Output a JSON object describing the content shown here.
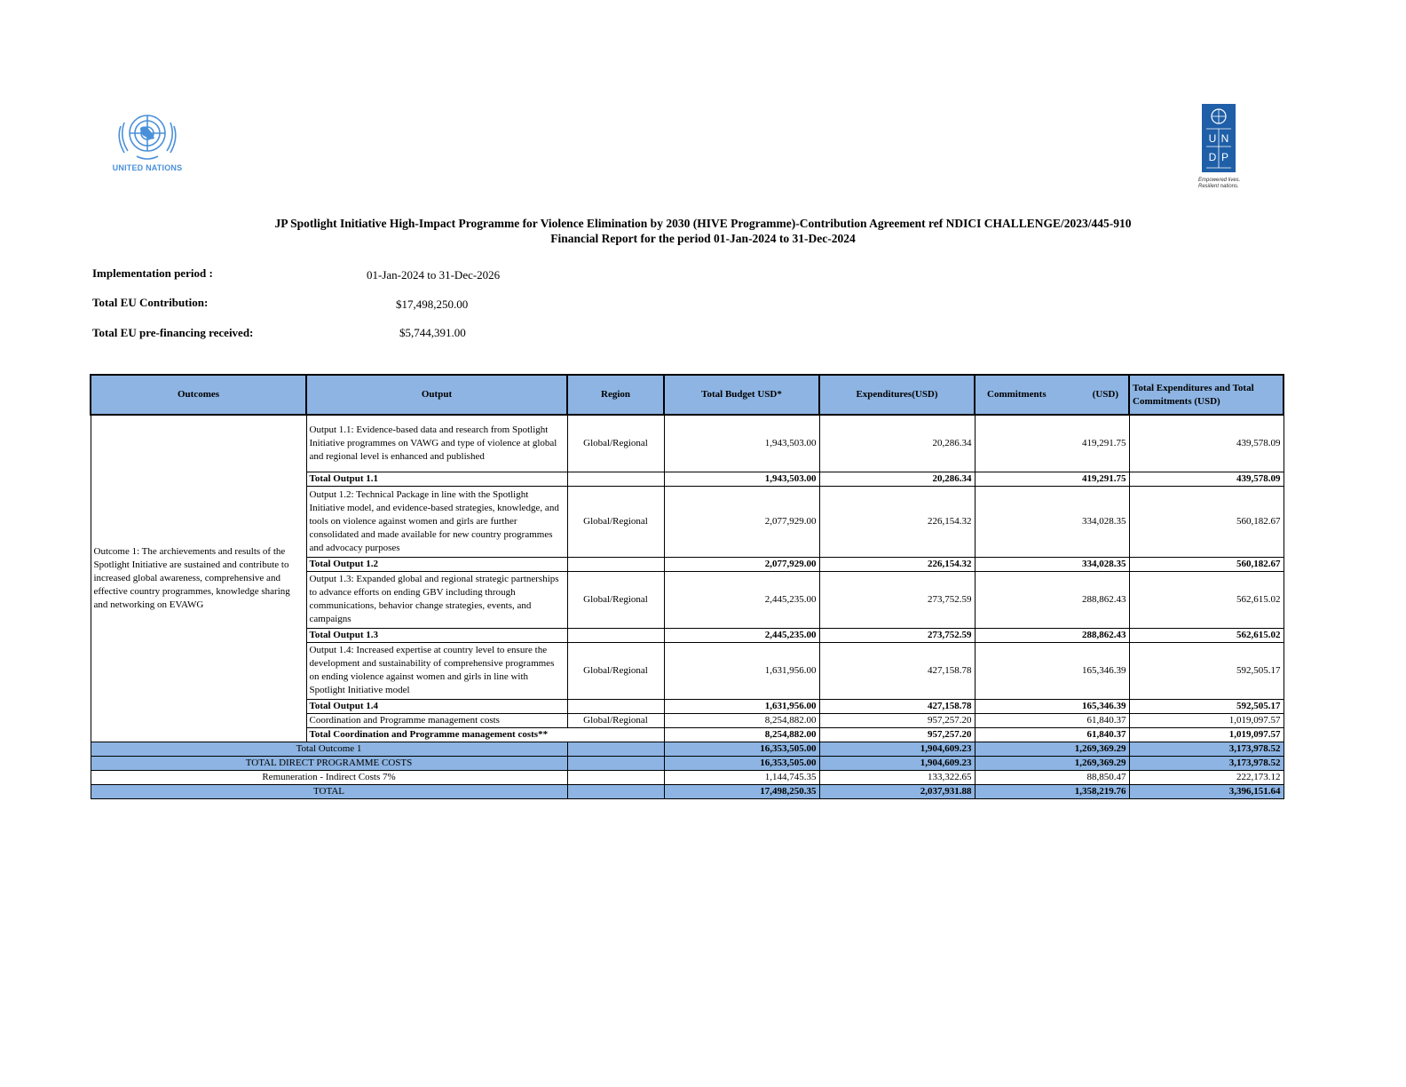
{
  "logos": {
    "un_text": "UNITED NATIONS",
    "undp_letters": [
      "U",
      "N",
      "D",
      "P"
    ],
    "undp_tagline_1": "Empowered lives.",
    "undp_tagline_2": "Resilient nations."
  },
  "title": {
    "line1": "JP Spotlight Initiative High-Impact Programme for Violence Elimination by 2030 (HIVE Programme)-Contribution Agreement ref  NDICI CHALLENGE/2023/445-910",
    "line2": "Financial Report for the period 01-Jan-2024 to 31-Dec-2024"
  },
  "info": {
    "impl_label": "Implementation period :",
    "impl_value": "01-Jan-2024 to 31-Dec-2026",
    "contrib_label": "Total EU Contribution:",
    "contrib_value": "$17,498,250.00",
    "prefin_label": "Total EU pre-financing received:",
    "prefin_value": "$5,744,391.00"
  },
  "table": {
    "headers": {
      "outcomes": "Outcomes",
      "output": "Output",
      "region": "Region",
      "budget": "Total  Budget USD*",
      "expenditures": "Expenditures(USD)",
      "commitments": "Commitments",
      "commitments_usd": "(USD)",
      "total_exp_comm": "Total Expenditures and Total Commitments (USD)"
    },
    "outcome1": "Outcome 1: The archievements and results of the Spotlight Initiative are sustained and contribute to increased global awareness, comprehensive and effective country programmes, knowledge sharing and networking on EVAWG",
    "rows": [
      {
        "output": "Output 1.1: Evidence-based data and research from Spotlight Initiative programmes on VAWG and type of violence at global and regional level is enhanced and published",
        "region": "Global/Regional",
        "budget": "1,943,503.00",
        "exp": "20,286.34",
        "comm": "419,291.75",
        "total": "439,578.09"
      },
      {
        "output": "Total Output 1.1",
        "region": "",
        "budget": "1,943,503.00",
        "exp": "20,286.34",
        "comm": "419,291.75",
        "total": "439,578.09"
      },
      {
        "output": "Output 1.2: Technical Package in line with the Spotlight Initiative model, and evidence-based strategies, knowledge, and tools on violence against women and girls are further consolidated and made available for new country programmes and advocacy purposes",
        "region": "Global/Regional",
        "budget": "2,077,929.00",
        "exp": "226,154.32",
        "comm": "334,028.35",
        "total": "560,182.67"
      },
      {
        "output": "Total Output 1.2",
        "region": "",
        "budget": "2,077,929.00",
        "exp": "226,154.32",
        "comm": "334,028.35",
        "total": "560,182.67"
      },
      {
        "output": "Output 1.3: Expanded global and regional strategic partnerships to advance efforts on ending GBV including through communications, behavior change strategies, events, and campaigns",
        "region": "Global/Regional",
        "budget": "2,445,235.00",
        "exp": "273,752.59",
        "comm": "288,862.43",
        "total": "562,615.02"
      },
      {
        "output": "Total Output 1.3",
        "region": "",
        "budget": "2,445,235.00",
        "exp": "273,752.59",
        "comm": "288,862.43",
        "total": "562,615.02"
      },
      {
        "output": "Output 1.4: Increased expertise at country level to ensure the development and sustainability of comprehensive programmes on ending violence against women and girls in line with Spotlight Initiative model",
        "region": "Global/Regional",
        "budget": "1,631,956.00",
        "exp": "427,158.78",
        "comm": "165,346.39",
        "total": "592,505.17"
      },
      {
        "output": "Total Output 1.4",
        "region": "",
        "budget": "1,631,956.00",
        "exp": "427,158.78",
        "comm": "165,346.39",
        "total": "592,505.17"
      },
      {
        "output": "Coordination and Programme management costs",
        "region": "Global/Regional",
        "budget": "8,254,882.00",
        "exp": "957,257.20",
        "comm": "61,840.37",
        "total": "1,019,097.57"
      },
      {
        "output": "Total Coordination and Programme management costs**",
        "region": "",
        "budget": "8,254,882.00",
        "exp": "957,257.20",
        "comm": "61,840.37",
        "total": "1,019,097.57"
      }
    ],
    "summary": [
      {
        "label": "Total Outcome 1",
        "budget": "16,353,505.00",
        "exp": "1,904,609.23",
        "comm": "1,269,369.29",
        "total": "3,173,978.52"
      },
      {
        "label": "TOTAL DIRECT PROGRAMME  COSTS",
        "budget": "16,353,505.00",
        "exp": "1,904,609.23",
        "comm": "1,269,369.29",
        "total": "3,173,978.52"
      },
      {
        "label": "Remuneration - Indirect Costs 7%",
        "budget": "1,144,745.35",
        "exp": "133,322.65",
        "comm": "88,850.47",
        "total": "222,173.12"
      },
      {
        "label": "TOTAL",
        "budget": "17,498,250.35",
        "exp": "2,037,931.88",
        "comm": "1,358,219.76",
        "total": "3,396,151.64"
      }
    ]
  }
}
